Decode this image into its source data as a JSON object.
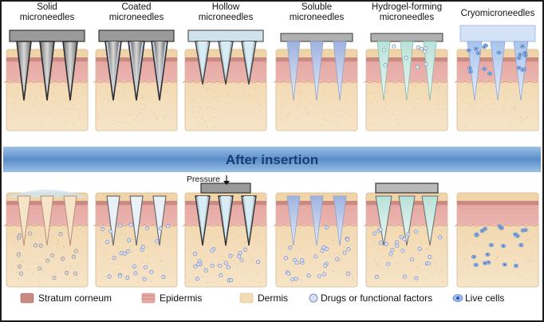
{
  "panels_top": [
    {
      "id": "solid",
      "title_lines": [
        "Solid",
        "microneedles"
      ]
    },
    {
      "id": "coated",
      "title_lines": [
        "Coated",
        "microneedles"
      ]
    },
    {
      "id": "hollow",
      "title_lines": [
        "Hollow",
        "microneedles"
      ]
    },
    {
      "id": "soluble",
      "title_lines": [
        "Soluble",
        "microneedles"
      ]
    },
    {
      "id": "hydrogel",
      "title_lines": [
        "Hydrogel-forming",
        "microneedles"
      ]
    },
    {
      "id": "cryo",
      "title_lines": [
        "Cryomicroneedles"
      ]
    }
  ],
  "banner": {
    "text": "After insertion"
  },
  "pressure_label": "Pressure",
  "legend": [
    {
      "id": "stratum",
      "label": "Stratum corneum"
    },
    {
      "id": "epidermis",
      "label": "Epidermis"
    },
    {
      "id": "dermis",
      "label": "Dermis"
    },
    {
      "id": "drugs",
      "label": "Drugs or functional factors"
    },
    {
      "id": "cells",
      "label": "Live cells"
    }
  ],
  "colors": {
    "stratum": "#c98a83",
    "epidermis": "#e4aaa6",
    "dermis": "#f2dcb6",
    "needle_metal": "#8d8d8d",
    "needle_dark": "#2e2e2e",
    "drug": "#b7c4e2",
    "cell": "#4f7cc8",
    "banner": "#5a8ec9",
    "frame": "#1a1a1a"
  }
}
